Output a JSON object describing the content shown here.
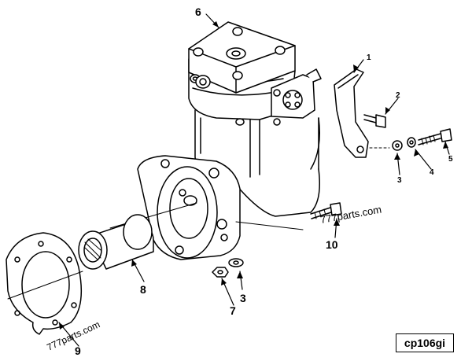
{
  "callouts": [
    {
      "number": "1"
    },
    {
      "number": "2"
    },
    {
      "number": "3"
    },
    {
      "number": "4"
    },
    {
      "number": "5"
    },
    {
      "number": "6"
    },
    {
      "number": "7"
    },
    {
      "number": "3"
    },
    {
      "number": "8"
    },
    {
      "number": "9"
    },
    {
      "number": "10"
    }
  ],
  "watermarks": [
    "777parts.com",
    "777parts.com"
  ],
  "reference_code": "cp106gi"
}
